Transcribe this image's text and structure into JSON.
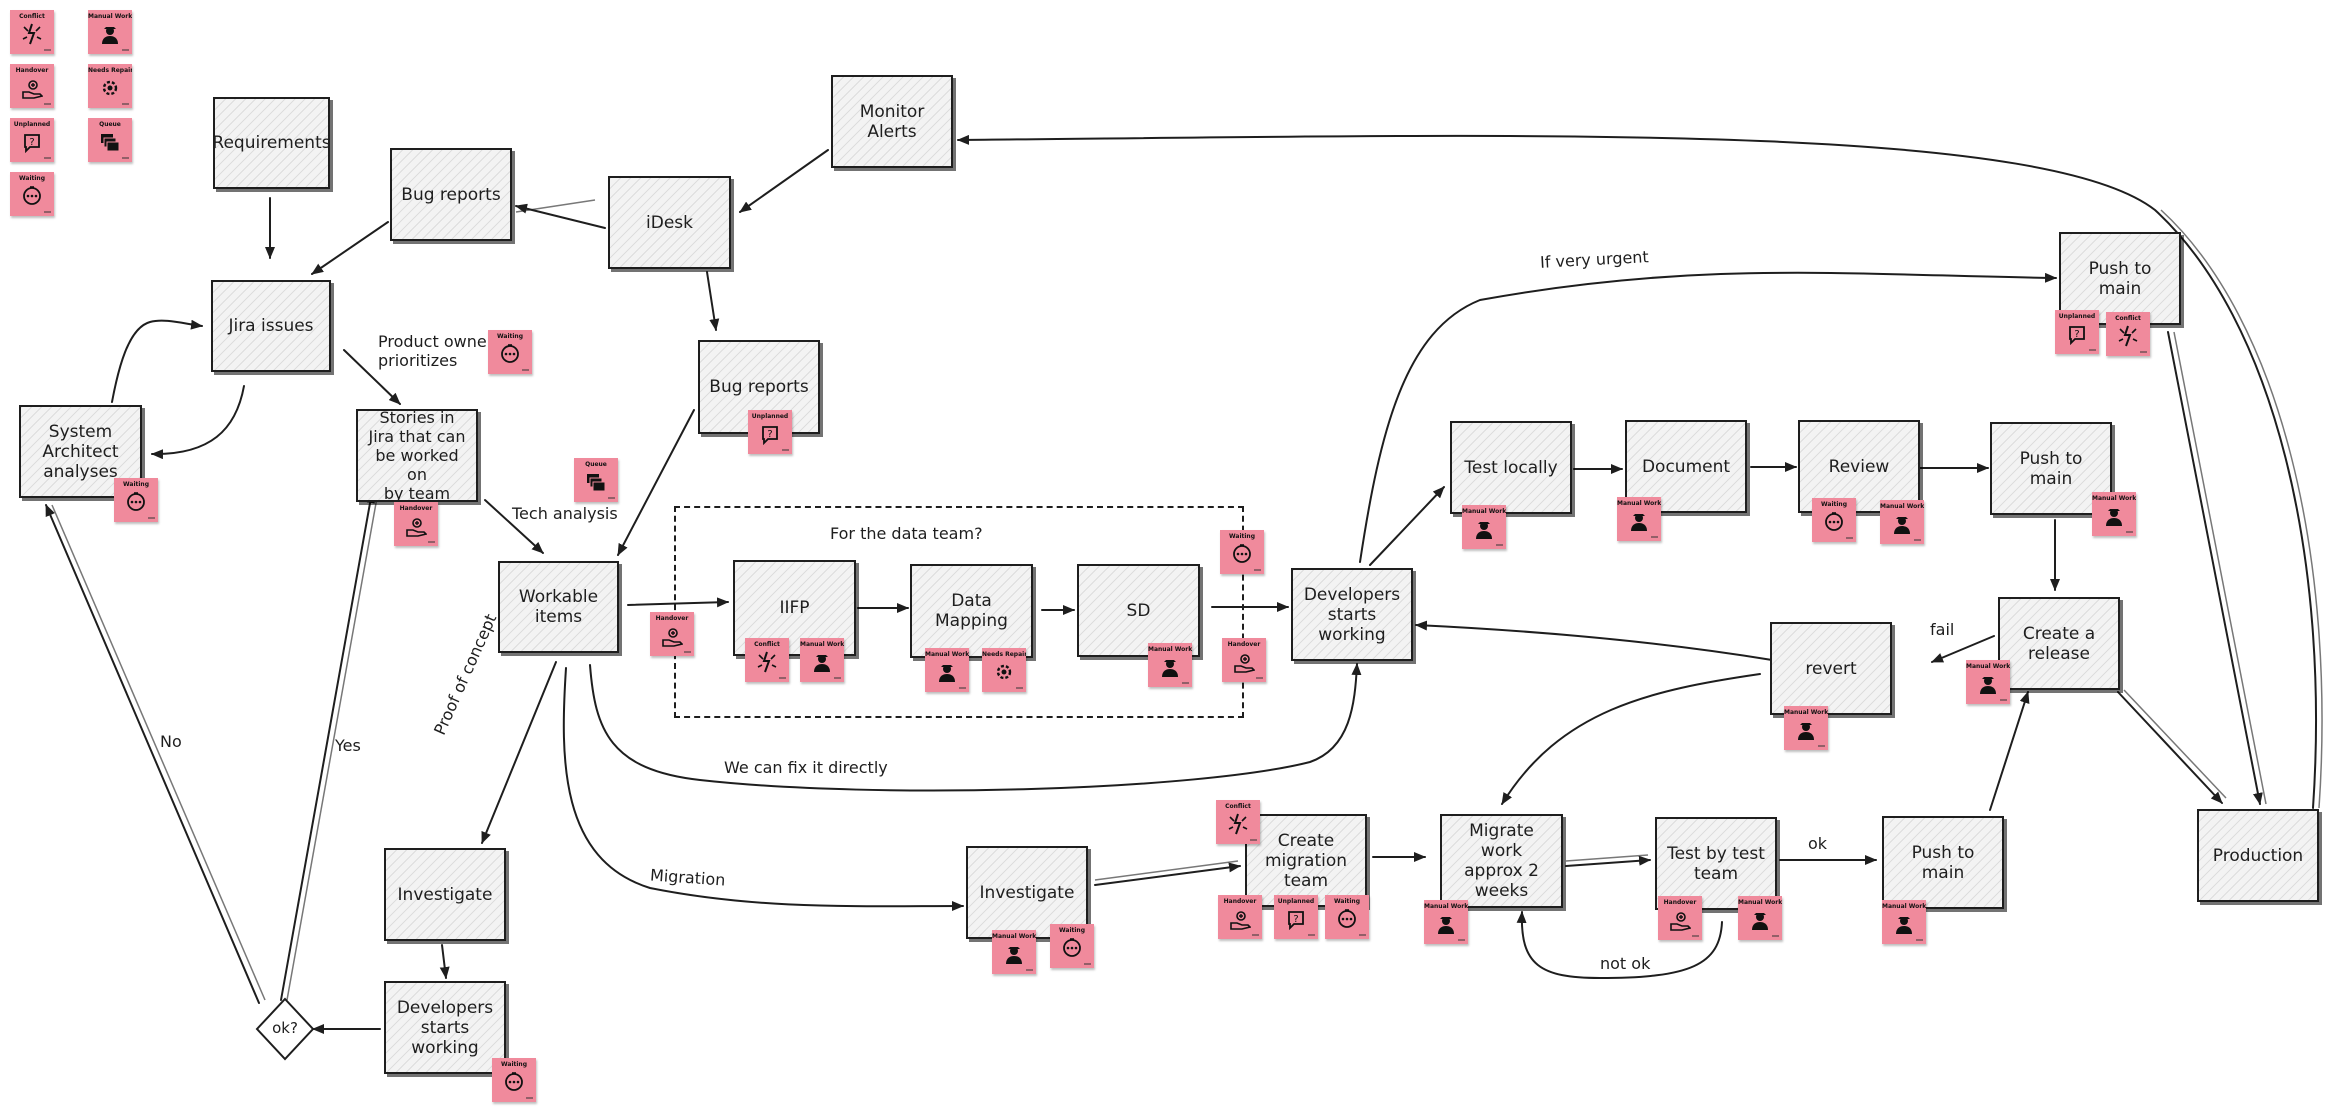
{
  "legend": {
    "conflict": "Conflict",
    "manual_work": "Manual Work",
    "handover": "Handover",
    "needs_repair": "Needs Repair",
    "unplanned": "Unplanned",
    "queue": "Queue",
    "waiting": "Waiting"
  },
  "nodes": {
    "requirements": "Requirements",
    "bug_reports_top": "Bug reports",
    "idesk": "iDesk",
    "monitor_alerts": "Monitor\nAlerts",
    "jira_issues": "Jira issues",
    "system_architect": "System\nArchitect\nanalyses",
    "stories": "Stories in\nJira that can\nbe worked on\nby team",
    "bug_reports_mid": "Bug reports",
    "workable_items": "Workable\nitems",
    "iifp": "IIFP",
    "data_mapping": "Data\nMapping",
    "sd": "SD",
    "developers_main": "Developers\nstarts\nworking",
    "test_locally": "Test locally",
    "document": "Document",
    "review": "Review",
    "push_main_mid": "Push to main",
    "push_main_top": "Push to main",
    "create_release": "Create a\nrelease",
    "revert": "revert",
    "production": "Production",
    "investigate_left": "Investigate",
    "developers_left": "Developers\nstarts\nworking",
    "decision_ok": "ok?",
    "investigate_mid": "Investigate",
    "create_migration": "Create\nmigration\nteam",
    "migrate_work": "Migrate work\napprox 2\nweeks",
    "test_by_team": "Test by test\nteam",
    "push_main_bottom": "Push to main"
  },
  "labels": {
    "product_owner": "Product owner\nprioritizes",
    "tech_analysis": "Tech analysis",
    "for_data_team": "For the data team?",
    "if_very_urgent": "If very urgent",
    "we_can_fix": "We can fix it directly",
    "migration": "Migration",
    "proof_of_concept": "Proof of concept",
    "no": "No",
    "yes": "Yes",
    "fail": "fail",
    "ok": "ok",
    "not_ok": "not ok"
  },
  "colors": {
    "sticky": "#f08a9c",
    "ink": "#1e1e1e",
    "node_fill": "#f3f3f3"
  }
}
